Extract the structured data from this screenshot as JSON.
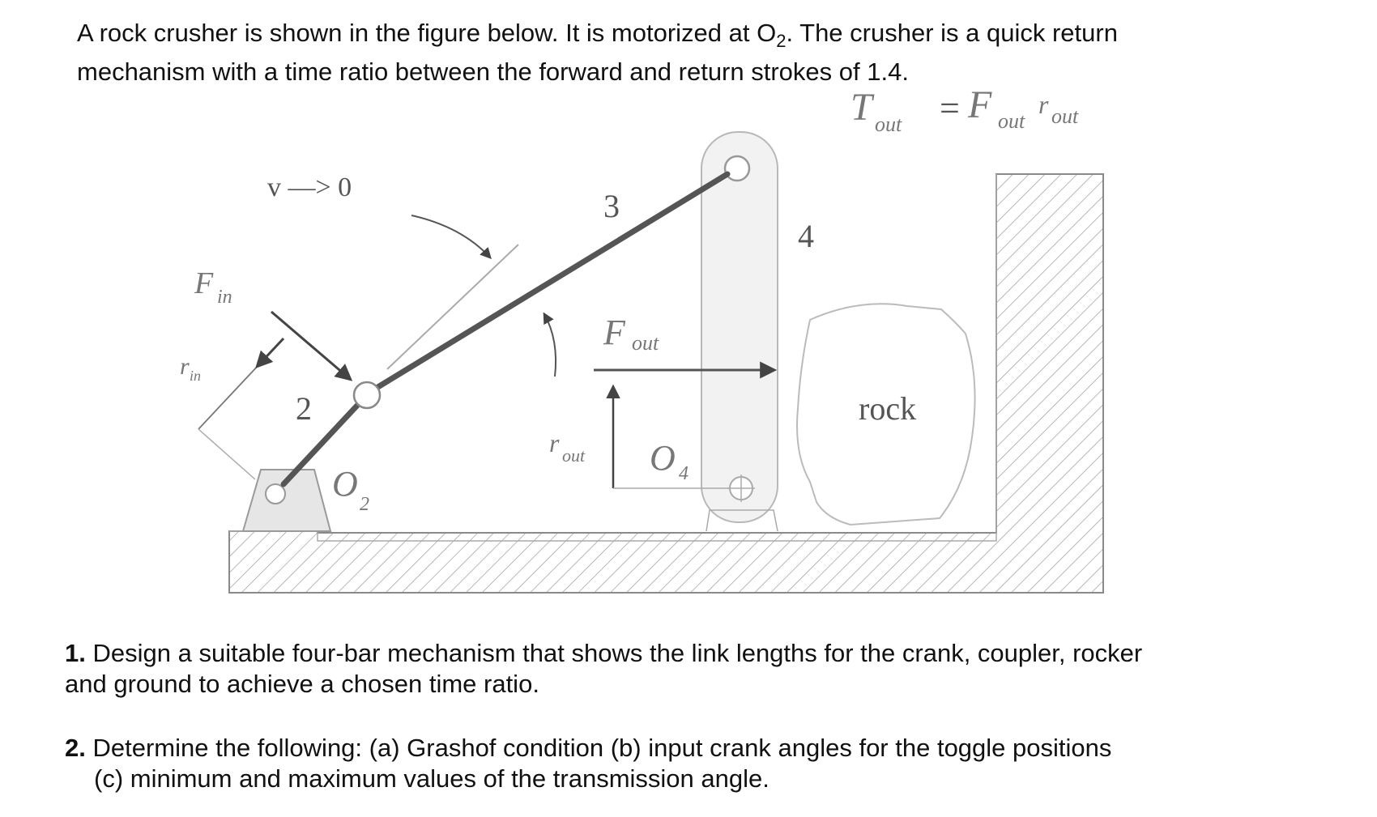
{
  "problem": {
    "intro_line1_pre": "A rock crusher is shown in the figure below. It is motorized at O",
    "intro_line1_sub": "2",
    "intro_line1_post": ". The crusher is a quick return",
    "intro_line2": "mechanism with a time ratio between the forward and return strokes of 1.4."
  },
  "figure": {
    "equation": {
      "T": "T",
      "T_sub": "out",
      "eq": "=",
      "F": "F",
      "F_sub": "out",
      "r": "r",
      "r_sub": "out"
    },
    "velocity_label": "v —> 0",
    "link2": "2",
    "link3": "3",
    "link4": "4",
    "F_in": {
      "main": "F",
      "sub": "in"
    },
    "r_in": {
      "main": "r",
      "sub": "in"
    },
    "F_out": {
      "main": "F",
      "sub": "out"
    },
    "r_out": {
      "main": "r",
      "sub": "out"
    },
    "O2": {
      "main": "O",
      "sub": "2"
    },
    "O4": {
      "main": "O",
      "sub": "4"
    },
    "rock": "rock"
  },
  "questions": [
    {
      "number": "1.",
      "line1": "Design a suitable four-bar mechanism that shows the link lengths for the crank, coupler, rocker",
      "line2": "and ground to achieve a chosen time ratio."
    },
    {
      "number": "2.",
      "line1": "Determine the following: (a) Grashof condition (b) input crank angles for the toggle positions",
      "line2": "(c) minimum and maximum values of the transmission angle."
    }
  ]
}
